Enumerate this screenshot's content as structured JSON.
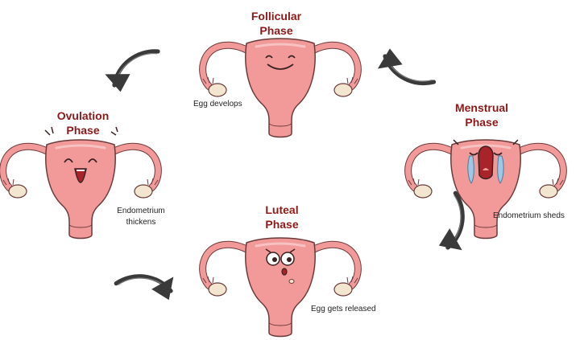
{
  "colors": {
    "uterus_fill": "#f29a9a",
    "uterus_light": "#f7c2c2",
    "outline": "#6b3a3a",
    "title": "#8b1a1a",
    "arrow": "#3a3a3a",
    "tear": "#9ec9e6",
    "ovary": "#f3e6d0"
  },
  "phases": {
    "follicular": {
      "title_line1": "Follicular",
      "title_line2": "Phase",
      "caption": "Egg develops",
      "expression": "smiling"
    },
    "ovulation": {
      "title_line1": "Ovulation",
      "title_line2": "Phase",
      "caption_line1": "Endometrium",
      "caption_line2": "thickens",
      "expression": "laughing"
    },
    "luteal": {
      "title_line1": "Luteal",
      "title_line2": "Phase",
      "caption": "Egg gets released",
      "expression": "surprised"
    },
    "menstrual": {
      "title_line1": "Menstrual",
      "title_line2": "Phase",
      "caption": "Endometrium sheds",
      "expression": "crying"
    }
  },
  "arrows": [
    "curved-arrow-icon",
    "curved-arrow-icon",
    "curved-arrow-icon",
    "curved-arrow-icon"
  ]
}
